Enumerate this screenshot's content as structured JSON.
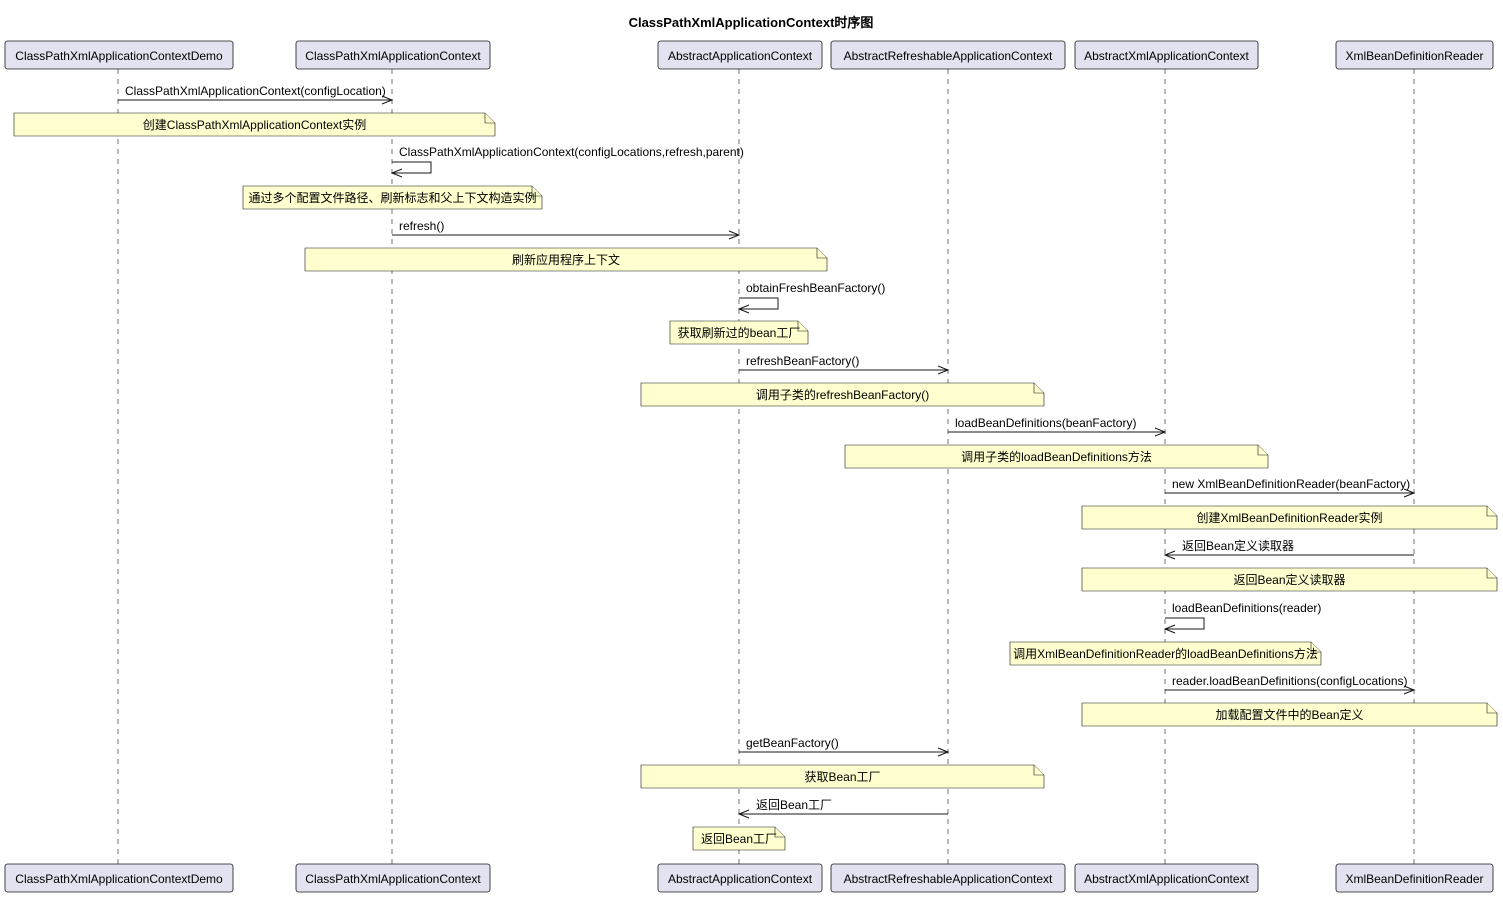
{
  "title": "ClassPathXmlApplicationContext时序图",
  "participants": [
    "ClassPathXmlApplicationContextDemo",
    "ClassPathXmlApplicationContext",
    "AbstractApplicationContext",
    "AbstractRefreshableApplicationContext",
    "AbstractXmlApplicationContext",
    "XmlBeanDefinitionReader"
  ],
  "messages": [
    {
      "from": 0,
      "to": 1,
      "label": "ClassPathXmlApplicationContext(configLocation)",
      "note": "创建ClassPathXmlApplicationContext实例"
    },
    {
      "from": 1,
      "to": 1,
      "label": "ClassPathXmlApplicationContext(configLocations,refresh,parent)",
      "note": "通过多个配置文件路径、刷新标志和父上下文构造实例"
    },
    {
      "from": 1,
      "to": 2,
      "label": "refresh()",
      "note": "刷新应用程序上下文"
    },
    {
      "from": 2,
      "to": 2,
      "label": "obtainFreshBeanFactory()",
      "note": "获取刷新过的bean工厂"
    },
    {
      "from": 2,
      "to": 3,
      "label": "refreshBeanFactory()",
      "note": "调用子类的refreshBeanFactory()"
    },
    {
      "from": 3,
      "to": 4,
      "label": "loadBeanDefinitions(beanFactory)",
      "note": "调用子类的loadBeanDefinitions方法"
    },
    {
      "from": 4,
      "to": 5,
      "label": "new XmlBeanDefinitionReader(beanFactory)",
      "note": "创建XmlBeanDefinitionReader实例"
    },
    {
      "from": 5,
      "to": 4,
      "label": "返回Bean定义读取器",
      "note": "返回Bean定义读取器"
    },
    {
      "from": 4,
      "to": 4,
      "label": "loadBeanDefinitions(reader)",
      "note": "调用XmlBeanDefinitionReader的loadBeanDefinitions方法"
    },
    {
      "from": 4,
      "to": 5,
      "label": "reader.loadBeanDefinitions(configLocations)",
      "note": "加载配置文件中的Bean定义"
    },
    {
      "from": 2,
      "to": 3,
      "label": "getBeanFactory()",
      "note": "获取Bean工厂"
    },
    {
      "from": 3,
      "to": 2,
      "label": "返回Bean工厂",
      "note": "返回Bean工厂"
    }
  ]
}
